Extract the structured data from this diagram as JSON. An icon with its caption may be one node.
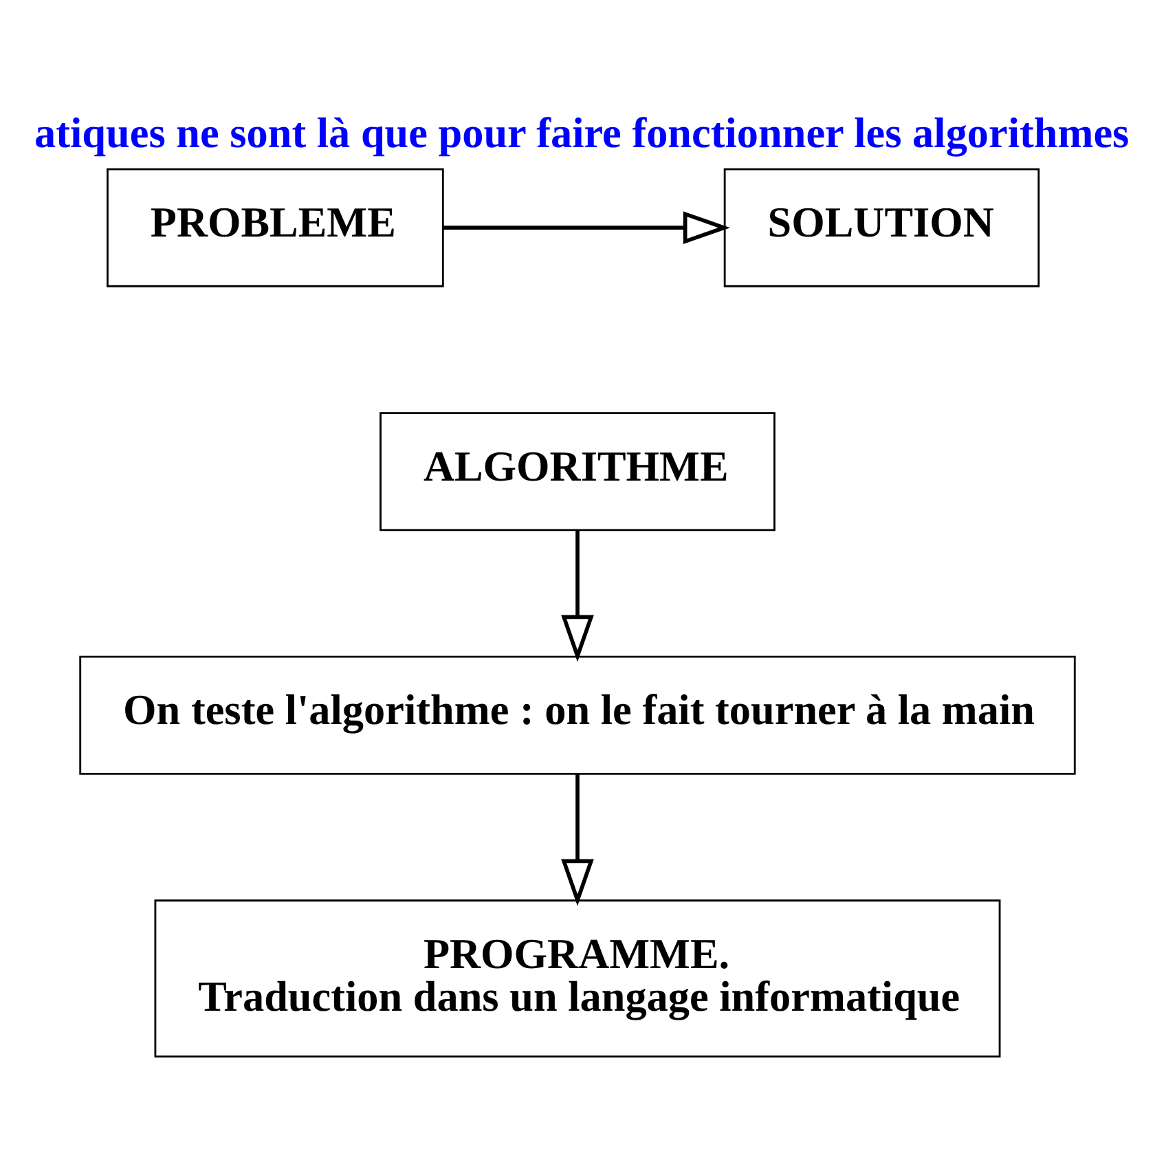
{
  "diagram": {
    "title": "atiques ne sont là que pour faire fonctionner les algorithmes",
    "nodes": [
      {
        "text": [
          "PROBLEME"
        ]
      },
      {
        "text": [
          "SOLUTION"
        ]
      },
      {
        "text": [
          "ALGORITHME"
        ]
      },
      {
        "text": [
          "On teste l'algorithme : on le fait tourner à la main"
        ]
      },
      {
        "text": [
          "PROGRAMME.",
          "Traduction dans un langage informatique"
        ]
      }
    ],
    "edges": [
      {
        "from": 0,
        "to": 1,
        "arrow": "to"
      },
      {
        "from": 2,
        "to": 3,
        "arrow": "to"
      },
      {
        "from": 3,
        "to": 4,
        "arrow": "to"
      }
    ]
  }
}
